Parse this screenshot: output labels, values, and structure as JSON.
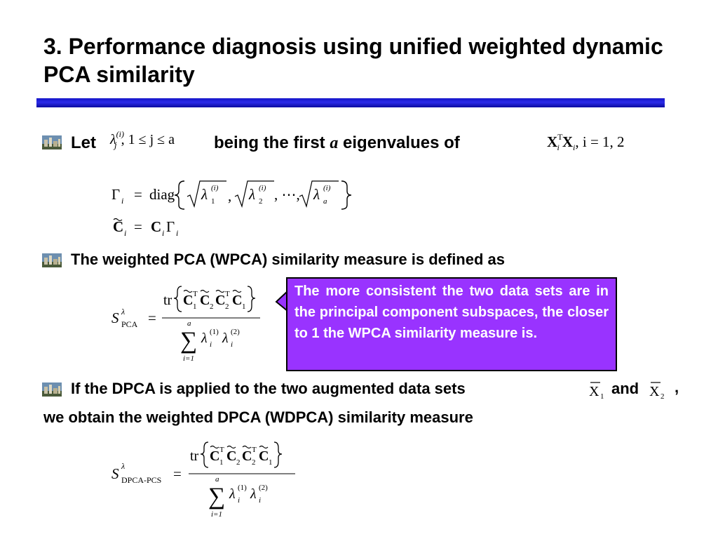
{
  "title": "3. Performance diagnosis using unified weighted dynamic PCA similarity",
  "bullets": {
    "b1": {
      "let": "Let",
      "being": "being the first",
      "a": "a",
      "eigen_of": "eigenvalues of"
    },
    "b2": "The weighted PCA (WPCA) similarity measure is defined as",
    "b3": {
      "line1": "If the DPCA is applied to the two augmented data sets",
      "and": "and",
      "comma": ",",
      "line2": "we obtain the weighted DPCA (WDPCA) similarity measure"
    }
  },
  "callout": "The more consistent the two data sets are in the principal component subspaces, the closer to 1 the WPCA similarity measure is.",
  "math": {
    "lambda": "λ",
    "i_paren": "(i)",
    "one_paren": "(1)",
    "two_paren": "(2)",
    "j": "j",
    "cond": ", 1 ≤  j ≤ a",
    "X": "X",
    "T": "T",
    "i": "i",
    "i_vals": ", i = 1, 2",
    "Gamma": "Γ",
    "eq": "=",
    "diag": "diag",
    "dots": ", ⋯,",
    "comma": ",",
    "sub1": "1",
    "sub2": "2",
    "suba": "a",
    "C": "C",
    "tr": "tr",
    "S": "S",
    "pca": "PCA",
    "dpca_pcs": "DPCA-PCS",
    "sum": "∑",
    "i_eq_1": "i=1",
    "X1": "X",
    "X2": "X"
  },
  "colors": {
    "title_bar": "#1f1fd8",
    "callout_bg": "#9933ff",
    "callout_text": "#ffffff"
  },
  "icons": [
    "bullet-image-icon"
  ]
}
